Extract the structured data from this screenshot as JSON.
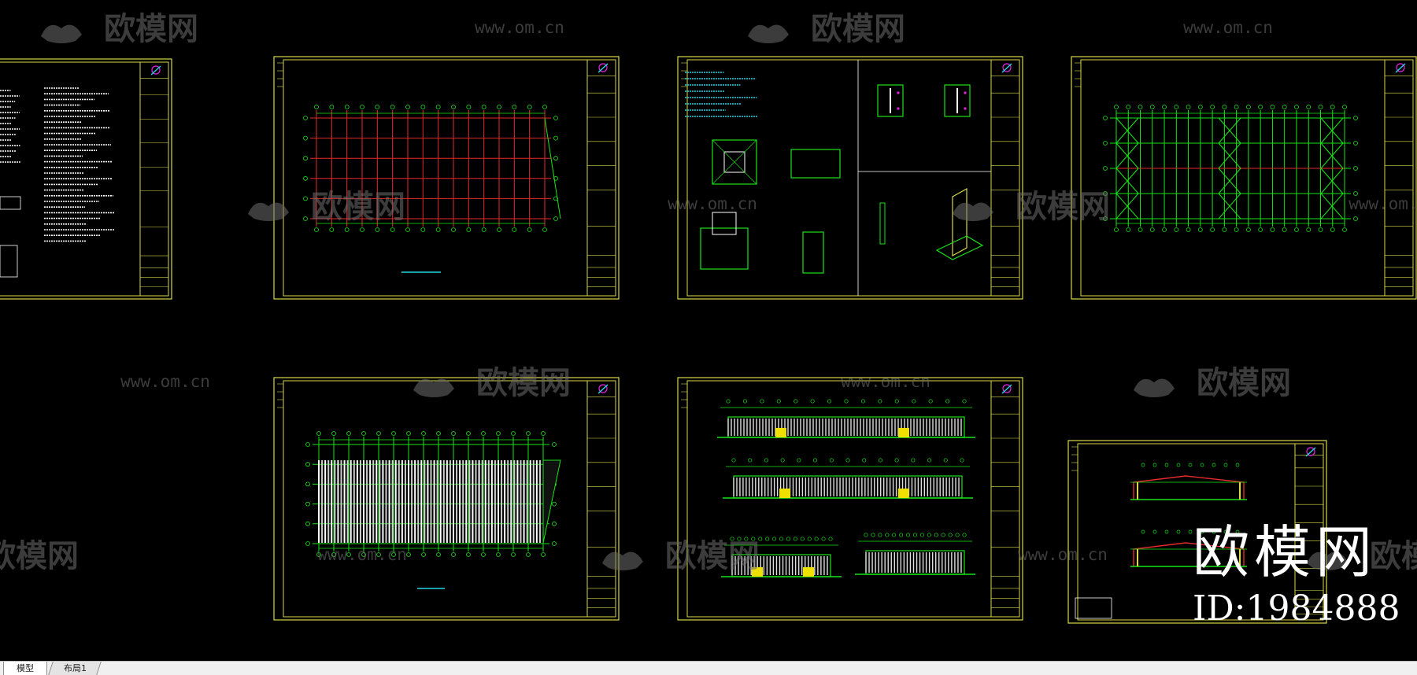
{
  "watermarks": {
    "brand": "欧模网",
    "url": "www.om.cn"
  },
  "id_stamp": {
    "brand": "欧模网",
    "id": "ID:1984888"
  },
  "tabs": [
    {
      "label": "模型",
      "active": true
    },
    {
      "label": "布局1",
      "active": false
    }
  ],
  "colors": {
    "background": "#000000",
    "sheet_frame": "#d9d94a",
    "grid_green": "#19e619",
    "beam_red": "#e62a2a",
    "cyan": "#22d6e6",
    "white": "#ffffff",
    "magenta": "#e622e6",
    "yellow_fill": "#f0e000",
    "watermark": "#6e6e6e"
  }
}
